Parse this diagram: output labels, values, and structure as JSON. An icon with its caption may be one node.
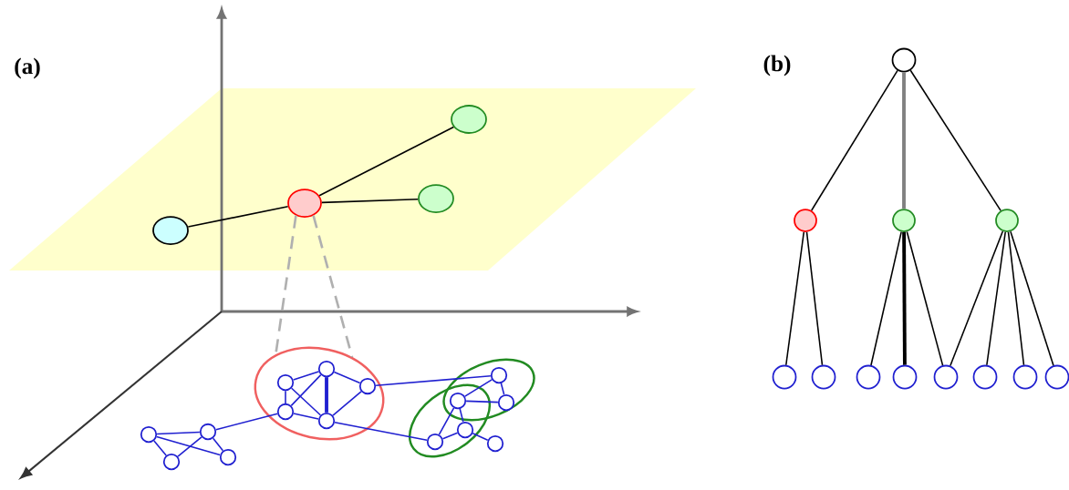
{
  "diagram": {
    "nodes": [
      {
        "text": [],
        "shape": "ellipse"
      },
      {
        "text": [],
        "shape": "ellipse"
      },
      {
        "text": [],
        "shape": "ellipse"
      },
      {
        "text": [],
        "shape": "ellipse"
      },
      {
        "text": [],
        "shape": "ellipse"
      },
      {
        "text": [],
        "shape": "ellipse"
      },
      {
        "text": [],
        "shape": "ellipse"
      },
      {
        "text": [],
        "shape": "circle"
      },
      {
        "text": [],
        "shape": "circle"
      },
      {
        "text": [],
        "shape": "circle"
      },
      {
        "text": [],
        "shape": "circle"
      },
      {
        "text": [],
        "shape": "circle",
        "in": 4
      },
      {
        "text": [],
        "shape": "circle",
        "in": 4
      },
      {
        "text": [],
        "shape": "circle",
        "in": 4
      },
      {
        "text": [],
        "shape": "circle",
        "in": 4
      },
      {
        "text": [],
        "shape": "circle",
        "in": 4
      },
      {
        "text": [],
        "shape": "circle",
        "in": 5
      },
      {
        "text": [],
        "shape": "circle"
      },
      {
        "text": [],
        "shape": "circle",
        "in": 5
      },
      {
        "text": [],
        "shape": "circle",
        "in": 6
      },
      {
        "text": [],
        "shape": "circle",
        "in": 6
      },
      {
        "text": [],
        "shape": "circle"
      },
      {
        "text": [],
        "shape": "circle"
      },
      {
        "text": [],
        "shape": "circle"
      },
      {
        "text": [],
        "shape": "circle"
      },
      {
        "text": [],
        "shape": "circle"
      },
      {
        "text": [],
        "shape": "circle"
      },
      {
        "text": [],
        "shape": "circle"
      },
      {
        "text": [],
        "shape": "circle"
      },
      {
        "text": [],
        "shape": "circle"
      },
      {
        "text": [],
        "shape": "circle"
      },
      {
        "text": [],
        "shape": "circle"
      },
      {
        "text": [],
        "shape": "circle"
      },
      {
        "text": [],
        "shape": "circle"
      }
    ],
    "edges": [
      {
        "from": 0,
        "to": 1,
        "arrow": "none",
        "color": "#000000"
      },
      {
        "from": 1,
        "to": 2,
        "arrow": "none",
        "color": "#000000"
      },
      {
        "from": 1,
        "to": 3,
        "arrow": "none",
        "color": "#000000"
      },
      {
        "from": 1,
        "to": 4,
        "arrow": "none",
        "style": "dashed",
        "color": "#b0b0b0"
      },
      {
        "from": 1,
        "to": 4,
        "arrow": "none",
        "style": "dashed",
        "color": "#b0b0b0"
      },
      {
        "from": 7,
        "to": 8,
        "arrow": "none"
      },
      {
        "from": 7,
        "to": 9,
        "arrow": "none"
      },
      {
        "from": 7,
        "to": 10,
        "arrow": "none"
      },
      {
        "from": 8,
        "to": 9,
        "arrow": "none"
      },
      {
        "from": 8,
        "to": 10,
        "arrow": "none"
      },
      {
        "from": 8,
        "to": 14,
        "arrow": "none"
      },
      {
        "from": 11,
        "to": 12,
        "arrow": "none"
      },
      {
        "from": 11,
        "to": 14,
        "arrow": "none"
      },
      {
        "from": 11,
        "to": 15,
        "arrow": "none"
      },
      {
        "from": 12,
        "to": 14,
        "arrow": "none"
      },
      {
        "from": 12,
        "to": 15,
        "arrow": "none",
        "style": "thick"
      },
      {
        "from": 12,
        "to": 13,
        "arrow": "none"
      },
      {
        "from": 13,
        "to": 15,
        "arrow": "none"
      },
      {
        "from": 14,
        "to": 15,
        "arrow": "none"
      },
      {
        "from": 13,
        "to": 16,
        "arrow": "none"
      },
      {
        "from": 15,
        "to": 20,
        "arrow": "none"
      },
      {
        "from": 16,
        "to": 17,
        "arrow": "none"
      },
      {
        "from": 16,
        "to": 18,
        "arrow": "none"
      },
      {
        "from": 17,
        "to": 18,
        "arrow": "none"
      },
      {
        "from": 17,
        "to": 19,
        "arrow": "none"
      },
      {
        "from": 17,
        "to": 20,
        "arrow": "none"
      },
      {
        "from": 20,
        "to": 19,
        "arrow": "none"
      },
      {
        "from": 19,
        "to": 21,
        "arrow": "none"
      },
      {
        "from": 22,
        "to": 23,
        "arrow": "none",
        "color": "#000000"
      },
      {
        "from": 22,
        "to": 24,
        "arrow": "none",
        "style": "thick",
        "color": "#808080"
      },
      {
        "from": 22,
        "to": 25,
        "arrow": "none",
        "color": "#000000"
      },
      {
        "from": 23,
        "to": 26,
        "arrow": "none",
        "color": "#000000"
      },
      {
        "from": 23,
        "to": 27,
        "arrow": "none",
        "color": "#000000"
      },
      {
        "from": 24,
        "to": 28,
        "arrow": "none",
        "color": "#000000"
      },
      {
        "from": 24,
        "to": 29,
        "arrow": "none",
        "style": "thick",
        "color": "#000000"
      },
      {
        "from": 24,
        "to": 30,
        "arrow": "none",
        "color": "#000000"
      },
      {
        "from": 25,
        "to": 30,
        "arrow": "none",
        "color": "#000000"
      },
      {
        "from": 25,
        "to": 31,
        "arrow": "none",
        "color": "#000000"
      },
      {
        "from": 25,
        "to": 32,
        "arrow": "none",
        "color": "#000000"
      },
      {
        "from": 25,
        "to": 33,
        "arrow": "none",
        "color": "#000000"
      }
    ],
    "labels": [
      "(a)",
      "(b)"
    ]
  }
}
